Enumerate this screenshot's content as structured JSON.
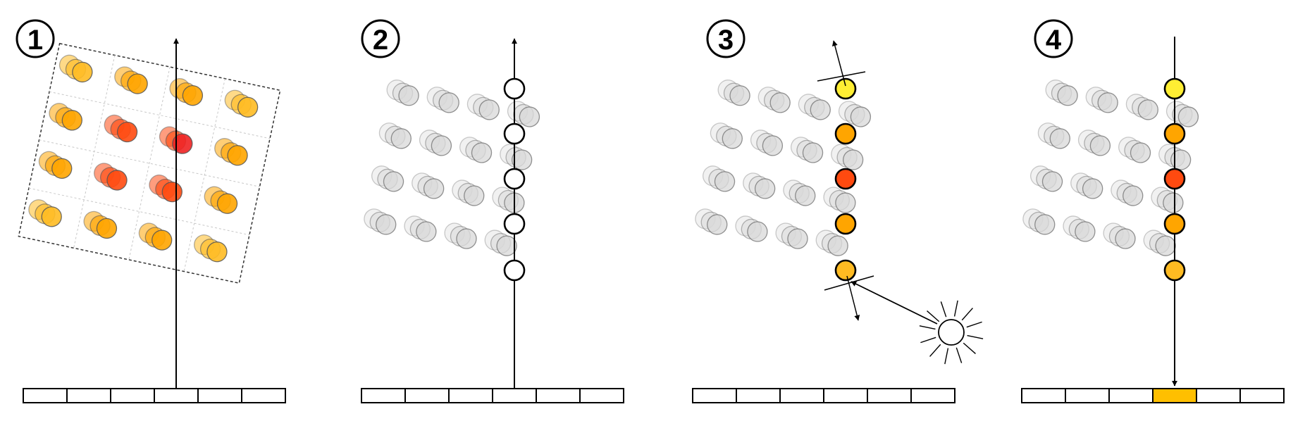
{
  "steps": [
    {
      "label": "1"
    },
    {
      "label": "2"
    },
    {
      "label": "3"
    },
    {
      "label": "4"
    }
  ],
  "colors": {
    "yellow": "#ffee33",
    "light_orange": "#ffbb22",
    "orange": "#ffa500",
    "red_orange": "#ff4a10",
    "red": "#ee2222",
    "gray": "#d8d8d8",
    "pixel_highlight": "#ffbf00",
    "stroke": "#000000"
  }
}
